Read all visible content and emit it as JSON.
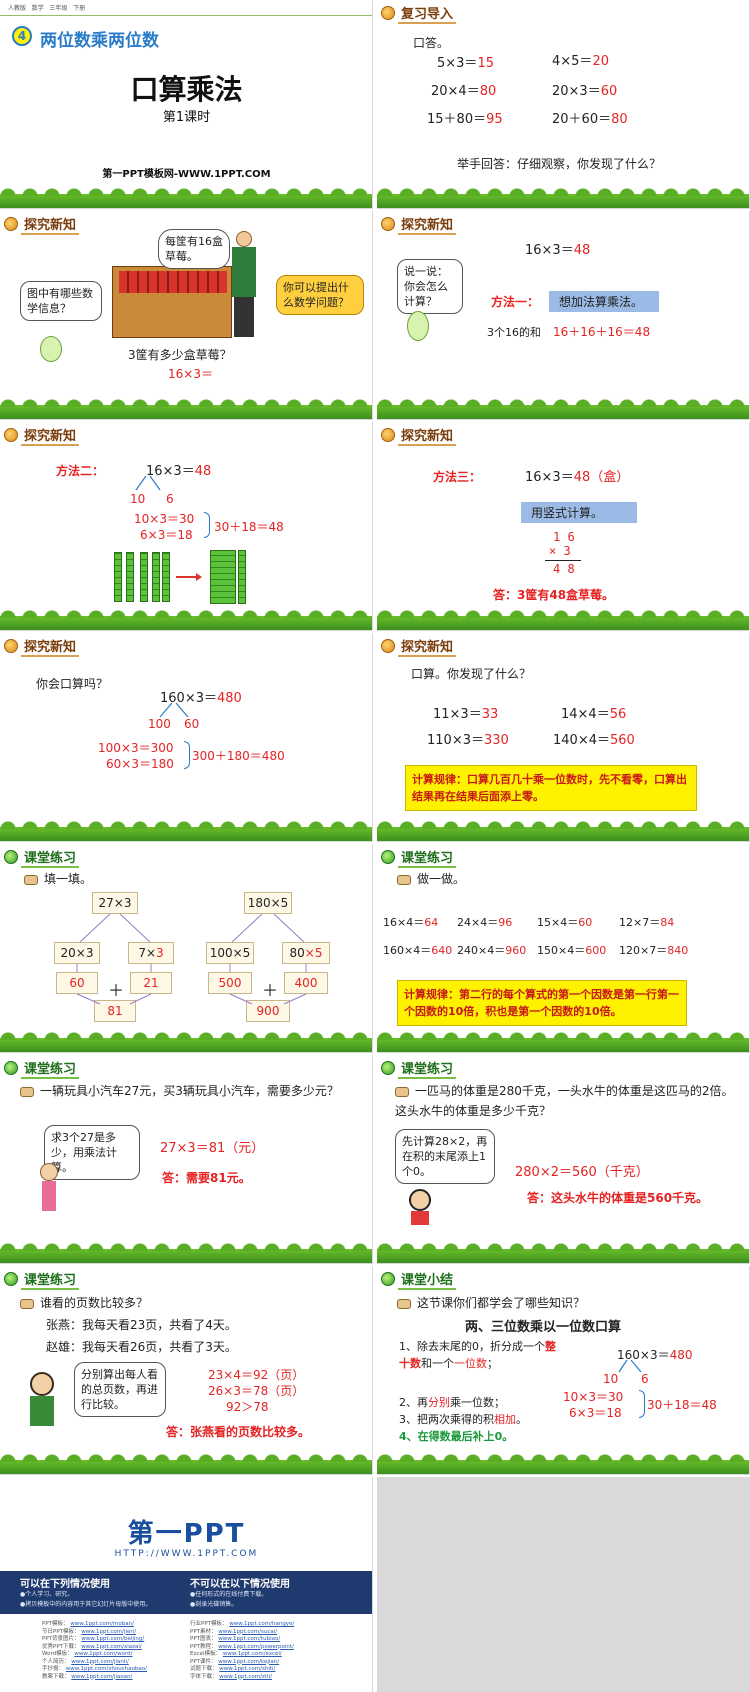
{
  "s1": {
    "breadcrumb": [
      "人教版",
      "数学",
      "三年级",
      "下册"
    ],
    "unit_num": "4",
    "unit_title": "两位数乘两位数",
    "title": "口算乘法",
    "subtitle": "第1课时",
    "site": "第一PPT模板网-WWW.1PPT.COM"
  },
  "s2": {
    "tag": "复习导入",
    "prompt": "口答。",
    "items": [
      {
        "q": "5×3＝",
        "a": "15"
      },
      {
        "q": "4×5＝",
        "a": "20"
      },
      {
        "q": "20×4＝",
        "a": "80"
      },
      {
        "q": "20×3＝",
        "a": "60"
      },
      {
        "q": "15＋80＝",
        "a": "95"
      },
      {
        "q": "20＋60＝",
        "a": "80"
      }
    ],
    "question": "举手回答：仔细观察，你发现了什么？"
  },
  "s3": {
    "tag": "探究新知",
    "speech_top": "每筐有16盒草莓。",
    "speech_left": "图中有哪些数学信息？",
    "speech_right": "你可以提出什么数学问题？",
    "question": "3筐有多少盒草莓？",
    "expr": "16×3＝"
  },
  "s4": {
    "tag": "探究新知",
    "expr": "16×3＝",
    "ans": "48",
    "bubble": "说一说：你会怎么计算？",
    "method_label": "方法一：",
    "method_box": "想加法算乘法。",
    "note": "3个16的和",
    "sum": "16＋16＋16＝48"
  },
  "s5": {
    "tag": "探究新知",
    "method_label": "方法二：",
    "expr": "16×3＝",
    "ans": "48",
    "split_a": "10",
    "split_b": "6",
    "line1": "10×3＝30",
    "line2": "6×3＝18",
    "result": "30＋18＝48"
  },
  "s6": {
    "tag": "探究新知",
    "method_label": "方法三：",
    "expr": "16×3＝",
    "ans": "48（盒）",
    "box": "用竖式计算。",
    "v_top": "1 6",
    "v_mul": "× 3",
    "v_res": "4 8",
    "answer": "答：3筐有48盒草莓。"
  },
  "s7": {
    "tag": "探究新知",
    "prompt": "你会口算吗？",
    "expr": "160×3＝",
    "ans": "480",
    "split_a": "100",
    "split_b": "60",
    "line1": "100×3＝300",
    "line2": "60×3＝180",
    "result": "300＋180＝480"
  },
  "s8": {
    "tag": "探究新知",
    "prompt": "口算。你发现了什么？",
    "items": [
      {
        "q": "11×3＝",
        "a": "33"
      },
      {
        "q": "14×4＝",
        "a": "56"
      },
      {
        "q": "110×3＝",
        "a": "330"
      },
      {
        "q": "140×4＝",
        "a": "560"
      }
    ],
    "rule_label": "计算规律：",
    "rule": "口算几百几十乘一位数时，先不看零，口算出结果再在结果后面添上零。"
  },
  "s9": {
    "tag": "课堂练习",
    "prompt": "填一填。",
    "left": {
      "top": "27×3",
      "l": "20×3",
      "r": "7×",
      "r_red": "3",
      "lv": "60",
      "rv": "21",
      "plus": "＋",
      "sum": "81"
    },
    "right": {
      "top": "180×5",
      "l": "100×5",
      "r": "80",
      "r_red": "×5",
      "lv": "500",
      "rv": "400",
      "plus": "＋",
      "sum": "900"
    }
  },
  "s10": {
    "tag": "课堂练习",
    "prompt": "做一做。",
    "items": [
      {
        "q": "16×4＝",
        "a": "64"
      },
      {
        "q": "24×4＝",
        "a": "96"
      },
      {
        "q": "15×4＝",
        "a": "60"
      },
      {
        "q": "12×7＝",
        "a": "84"
      },
      {
        "q": "160×4＝",
        "a": "640"
      },
      {
        "q": "240×4＝",
        "a": "960"
      },
      {
        "q": "150×4＝",
        "a": "600"
      },
      {
        "q": "120×7＝",
        "a": "840"
      }
    ],
    "rule_label": "计算规律：",
    "rule": "第二行的每个算式的第一个因数是第一行第一个因数的10倍，积也是第一个因数的10倍。"
  },
  "s11": {
    "tag": "课堂练习",
    "problem": "一辆玩具小汽车27元，买3辆玩具小汽车，需要多少元？",
    "bubble": "求3个27是多少，用乘法计算。",
    "calc": "27×3＝81（元）",
    "answer": "答：需要81元。"
  },
  "s12": {
    "tag": "课堂练习",
    "problem": "一匹马的体重是280千克，一头水牛的体重是这匹马的2倍。这头水牛的体重是多少千克？",
    "bubble": "先计算28×2，再在积的末尾添上1个0。",
    "calc": "280×2＝560（千克）",
    "answer": "答：这头水牛的体重是560千克。"
  },
  "s13": {
    "tag": "课堂练习",
    "q": "谁看的页数比较多？",
    "l1": "张燕：我每天看23页，共看了4天。",
    "l2": "赵雄：我每天看26页，共看了3天。",
    "bubble": "分别算出每人看的总页数，再进行比较。",
    "c1": "23×4＝92（页）",
    "c2": "26×3＝78（页）",
    "c3": "92＞78",
    "answer": "答：张燕看的页数比较多。"
  },
  "s14": {
    "tag": "课堂小结",
    "q": "这节课你们都学会了哪些知识？",
    "title": "两、三位数乘以一位数口算",
    "p1a": "1、除去末尾的0，折分成一个",
    "p1b": "整十数",
    "p1c": "和一个",
    "p1d": "一位数",
    "p1e": "；",
    "p2a": "2、再",
    "p2b": "分别",
    "p2c": "乘一位数；",
    "p3a": "3、把两次乘得的积",
    "p3b": "相加",
    "p3c": "。",
    "p4": "4、在得数最后补上0。",
    "expr": "160×3＝",
    "ans": "480",
    "split_a": "10",
    "split_b": "6",
    "line1": "10×3＝30",
    "line2": "6×3＝18",
    "result": "30＋18＝48"
  },
  "s15": {
    "logo": "第一PPT",
    "url": "HTTP://WWW.1PPT.COM",
    "can_title": "可以在下列情况使用",
    "can_1": "●个人学习、研究。",
    "can_2": "●拷贝模板中的内容用于其它幻灯片母版中使用。",
    "cannot_title": "不可以在以下情况使用",
    "cannot_1": "●任何形式的在线付费下载。",
    "cannot_2": "●刻录光碟销售。",
    "links_left": [
      {
        "k": "PPT模板：",
        "v": "www.1ppt.com/moban/"
      },
      {
        "k": "节日PPT模板：",
        "v": "www.1ppt.com/jieri/"
      },
      {
        "k": "PPT背景图片：",
        "v": "www.1ppt.com/beijing/"
      },
      {
        "k": "优秀PPT下载：",
        "v": "www.1ppt.com/xiazai/"
      },
      {
        "k": "Word模板：",
        "v": "www.1ppt.com/word/"
      },
      {
        "k": "个人简历：",
        "v": "www.1ppt.com/jianli/"
      },
      {
        "k": "手抄报：",
        "v": "www.1ppt.com/shouchaobao/"
      },
      {
        "k": "教案下载：",
        "v": "www.1ppt.com/jiaoan/"
      }
    ],
    "links_right": [
      {
        "k": "行业PPT模板：",
        "v": "www.1ppt.com/hangye/"
      },
      {
        "k": "PPT素材：",
        "v": "www.1ppt.com/sucai/"
      },
      {
        "k": "PPT图表：",
        "v": "www.1ppt.com/tubiao/"
      },
      {
        "k": "PPT教程：",
        "v": "www.1ppt.com/powerpoint/"
      },
      {
        "k": "Excel模板：",
        "v": "www.1ppt.com/excel/"
      },
      {
        "k": "PPT课件：",
        "v": "www.1ppt.com/kejian/"
      },
      {
        "k": "试题下载：",
        "v": "www.1ppt.com/shiti/"
      },
      {
        "k": "字体下载：",
        "v": "www.1ppt.com/ziti/"
      }
    ]
  }
}
